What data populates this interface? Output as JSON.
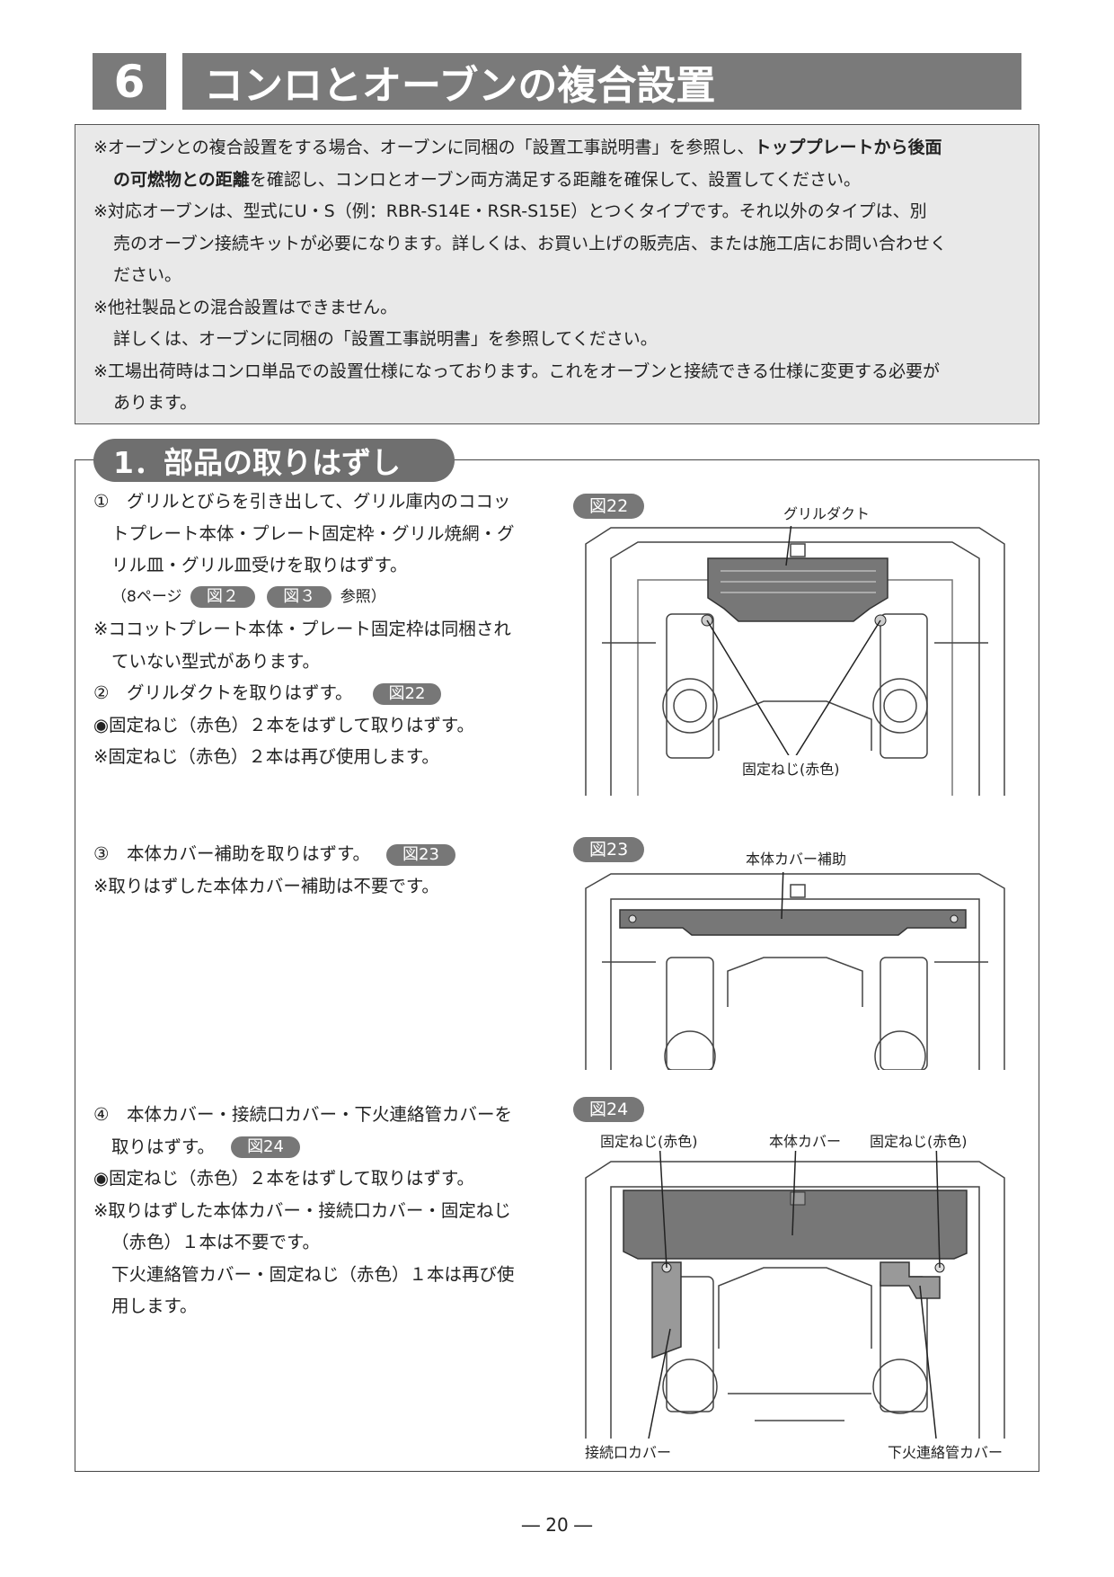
{
  "header": {
    "section_number": "6",
    "title": "コンロとオーブンの複合設置"
  },
  "notes": {
    "n1_a": "※オーブンとの複合設置をする場合、オーブンに同梱の「設置工事説明書」を参照し、",
    "n1_b": "トッププレートから後面",
    "n1_c": "の可燃物との距離",
    "n1_d": "を確認し、コンロとオーブン両方満足する距離を確保して、設置してください。",
    "n2_a": "※対応オーブンは、型式にU・S（例：RBR-S14E・RSR-S15E）とつくタイプです。それ以外のタイプは、別",
    "n2_b": "売のオーブン接続キットが必要になります。詳しくは、お買い上げの販売店、または施工店にお問い合わせく",
    "n2_c": "ださい。",
    "n3_a": "※他社製品との混合設置はできません。",
    "n3_b": "詳しくは、オーブンに同梱の「設置工事説明書」を参照してください。",
    "n4_a": "※工場出荷時はコンロ単品での設置仕様になっております。これをオーブンと接続できる仕様に変更する必要が",
    "n4_b": "あります。"
  },
  "section1": {
    "title": "1．部品の取りはずし",
    "step1_l1": "①　グリルとびらを引き出して、グリル庫内のココッ",
    "step1_l2": "トプレート本体・プレート固定枠・グリル焼網・グ",
    "step1_l3": "リル皿・グリル皿受けを取りはずす。",
    "step1_ref_prefix": "（8ページ",
    "step1_ref_fig_a": "図２",
    "step1_ref_fig_b": "図３",
    "step1_ref_suffix": "参照）",
    "step1_note_l1": "※ココットプレート本体・プレート固定枠は同梱され",
    "step1_note_l2": "ていない型式があります。",
    "step2_text": "②　グリルダクトを取りはずす。",
    "step2_fig": "図22",
    "step2_b1": "◉固定ねじ（赤色）２本をはずして取りはずす。",
    "step2_b2": "※固定ねじ（赤色）２本は再び使用します。",
    "step3_text": "③　本体カバー補助を取りはずす。",
    "step3_fig": "図23",
    "step3_note": "※取りはずした本体カバー補助は不要です。",
    "step4_l1": "④　本体カバー・接続口カバー・下火連絡管カバーを",
    "step4_l2": "取りはずす。",
    "step4_fig": "図24",
    "step4_b1": "◉固定ねじ（赤色）２本をはずして取りはずす。",
    "step4_n1": "※取りはずした本体カバー・接続口カバー・固定ねじ",
    "step4_n2": "（赤色）１本は不要です。",
    "step4_n3": "下火連絡管カバー・固定ねじ（赤色）１本は再び使",
    "step4_n4": "用します。"
  },
  "figures": {
    "fig22": {
      "label": "図22",
      "cap_top": "グリルダクト",
      "cap_bottom": "固定ねじ(赤色)"
    },
    "fig23": {
      "label": "図23",
      "cap_top": "本体カバー補助"
    },
    "fig24": {
      "label": "図24",
      "cap_tl": "固定ねじ(赤色)",
      "cap_tc": "本体カバー",
      "cap_tr": "固定ねじ(赤色)",
      "cap_bl": "接続口カバー",
      "cap_br": "下火連絡管カバー"
    }
  },
  "footer": {
    "page": "― 20 ―"
  }
}
